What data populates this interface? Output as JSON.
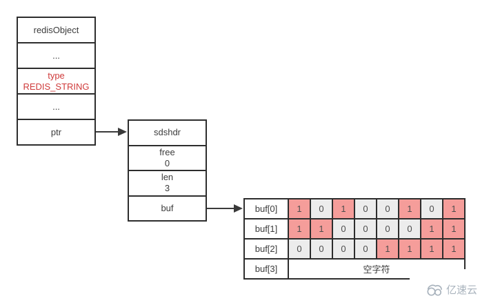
{
  "redis_object_box": {
    "rows": [
      {
        "line1": "redisObject"
      },
      {
        "line1": "..."
      },
      {
        "line1": "type",
        "line2": "REDIS_STRING"
      },
      {
        "line1": "..."
      },
      {
        "line1": "ptr"
      }
    ]
  },
  "sdshdr_box": {
    "rows": [
      {
        "line1": "sdshdr"
      },
      {
        "line1": "free",
        "line2": "0"
      },
      {
        "line1": "len",
        "line2": "3"
      },
      {
        "line1": "buf"
      }
    ]
  },
  "buf_table": {
    "rows": [
      {
        "label": "buf[0]",
        "bits": [
          "1",
          "0",
          "1",
          "0",
          "0",
          "1",
          "0",
          "1"
        ]
      },
      {
        "label": "buf[1]",
        "bits": [
          "1",
          "1",
          "0",
          "0",
          "0",
          "0",
          "1",
          "1"
        ]
      },
      {
        "label": "buf[2]",
        "bits": [
          "0",
          "0",
          "0",
          "0",
          "1",
          "1",
          "1",
          "1"
        ]
      },
      {
        "label": "buf[3]",
        "span_text": "空字符"
      }
    ]
  },
  "watermark": {
    "text": "亿速云",
    "logo": "cloud-logo"
  },
  "colors": {
    "border": "#2d2d2d",
    "bit-one": "#f59d9a",
    "bit-zero": "#ececec",
    "highlight": "#cf3a3a",
    "watermark": "#a9b3bd",
    "arrow": "#3a3a3a"
  }
}
